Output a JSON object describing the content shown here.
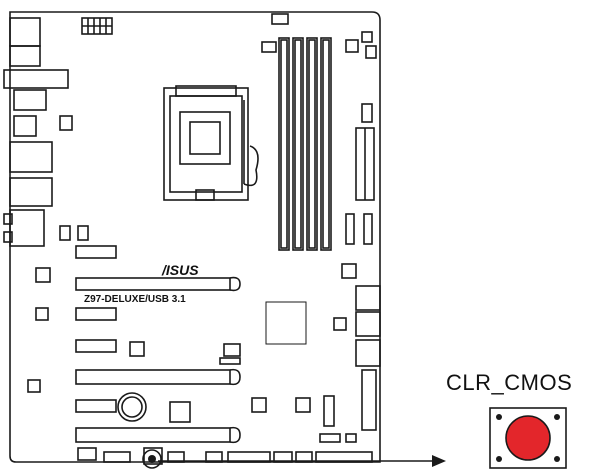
{
  "diagram": {
    "board_model": "Z97-DELUXE/USB 3.1",
    "brand_logo_text": "/ISUS",
    "callout_label": "CLR_CMOS",
    "callout_button_color": "#e3262b",
    "line_color": "#1a1a1a"
  }
}
